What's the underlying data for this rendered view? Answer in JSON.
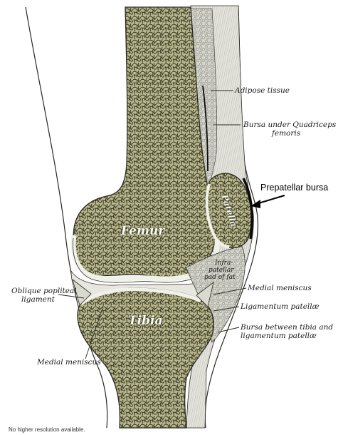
{
  "colors": {
    "bone": "#b9b88c",
    "bone_pattern": "#3e3d2b",
    "cartilage": "#f1f1ea",
    "soft_tissue": "#dcdcd6",
    "fat": "#cfd0c6",
    "outline": "#2a2a22",
    "bursa": "#0c0c0c"
  },
  "bones": {
    "femur": "Femur",
    "tibia": "Tibia",
    "patella": "Patella"
  },
  "labels": {
    "adipose_tissue": "Adipose tissue",
    "bursa_quadriceps_1": "Bursa under Quadriceps",
    "bursa_quadriceps_2": "femoris",
    "prepatellar_bursa": "Prepatellar bursa",
    "infrapatellar_1": "Infra-",
    "infrapatellar_2": "patellar",
    "infrapatellar_3": "pad of fat",
    "medial_meniscus_right": "Medial meniscus",
    "ligamentum_patellae": "Ligamentum patellæ",
    "bursa_tibia_1": "Bursa between tibia and",
    "bursa_tibia_2": "ligamentum patellæ",
    "oblique_popliteal_1": "Oblique popliteal",
    "oblique_popliteal_2": "ligament",
    "medial_meniscus_left": "Medial meniscus",
    "footer": "No higher resolution available."
  }
}
